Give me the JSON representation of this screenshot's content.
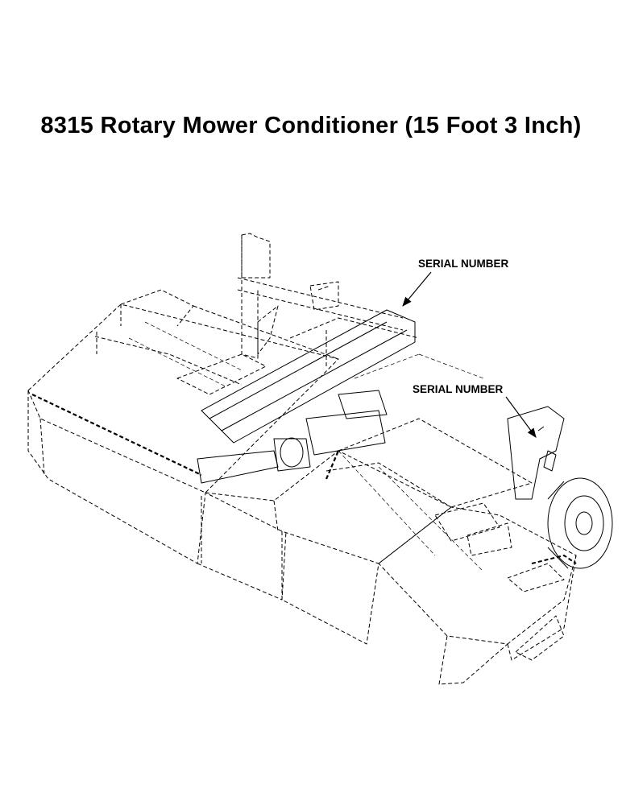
{
  "page": {
    "title": "8315 Rotary Mower Conditioner (15 Foot 3 Inch)"
  },
  "callouts": [
    {
      "label": "SERIAL NUMBER"
    },
    {
      "label": "SERIAL NUMBER"
    }
  ]
}
